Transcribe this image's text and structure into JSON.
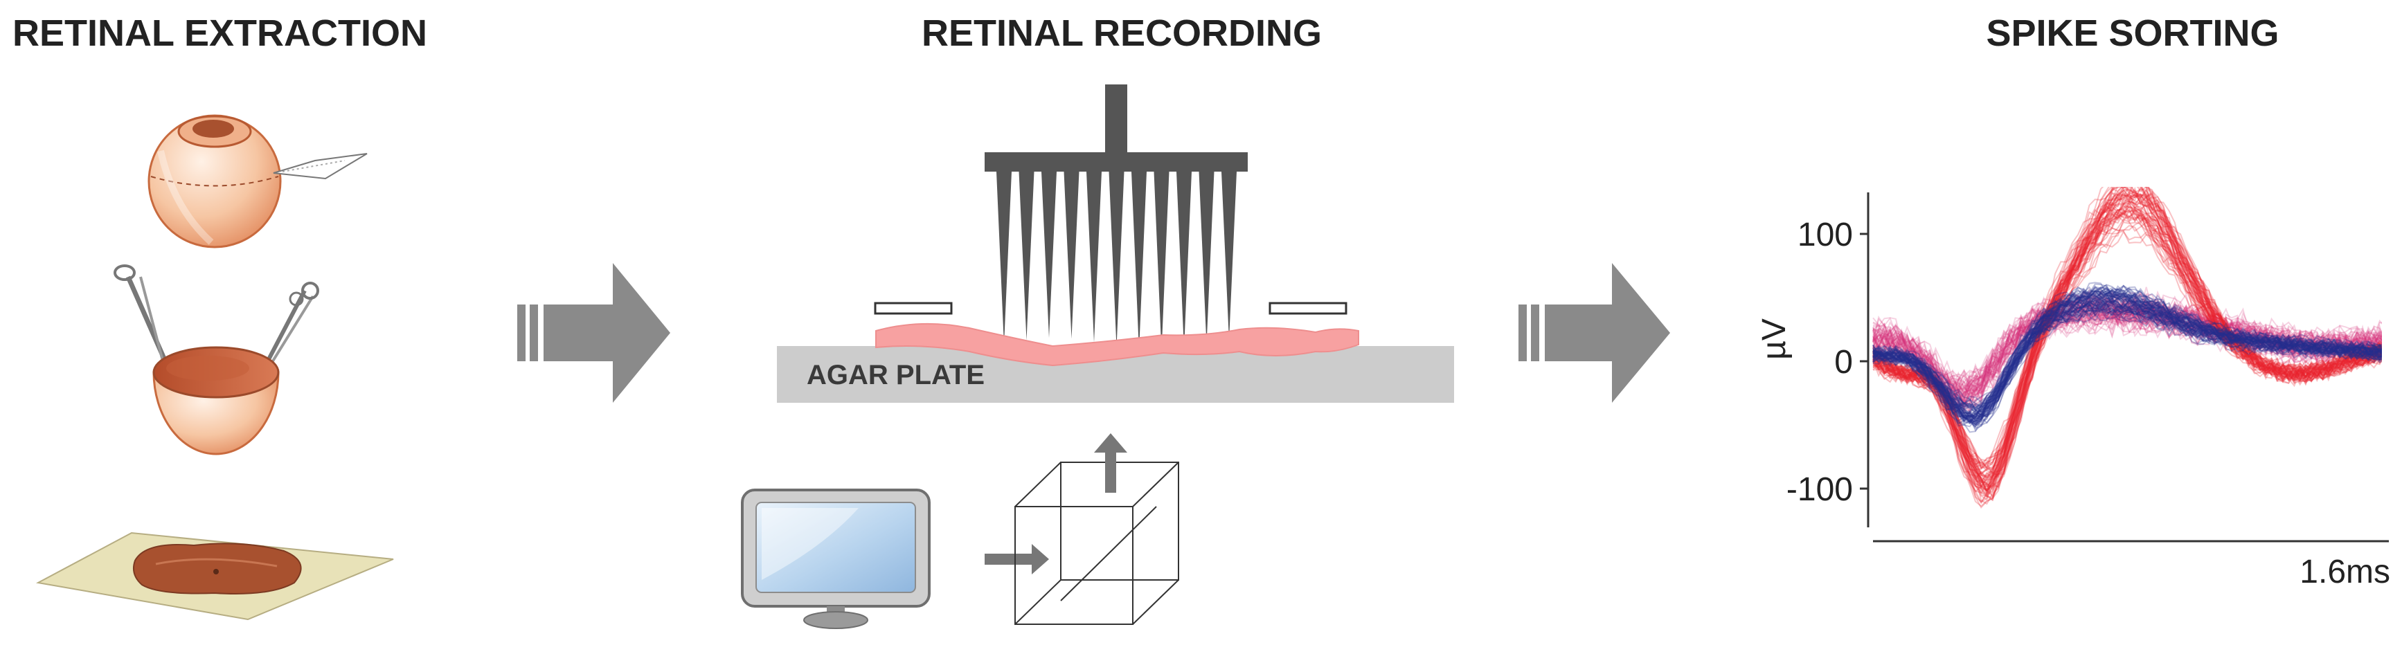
{
  "sections": {
    "extraction_title": "RETINAL EXTRACTION",
    "recording_title": "RETINAL RECORDING",
    "sorting_title": "SPIKE SORTING"
  },
  "recording": {
    "plate_label": "AGAR PLATE"
  },
  "spike_plot": {
    "y_unit": "µV",
    "y_ticks": [
      {
        "value": 100,
        "label": "100"
      },
      {
        "value": 0,
        "label": "0"
      },
      {
        "value": -100,
        "label": "-100"
      }
    ],
    "x_scale_label": "1.6ms",
    "colors": {
      "red_cluster": "#e8232e",
      "blue_cluster": "#24308f",
      "magenta_cluster": "#d4337a"
    }
  }
}
